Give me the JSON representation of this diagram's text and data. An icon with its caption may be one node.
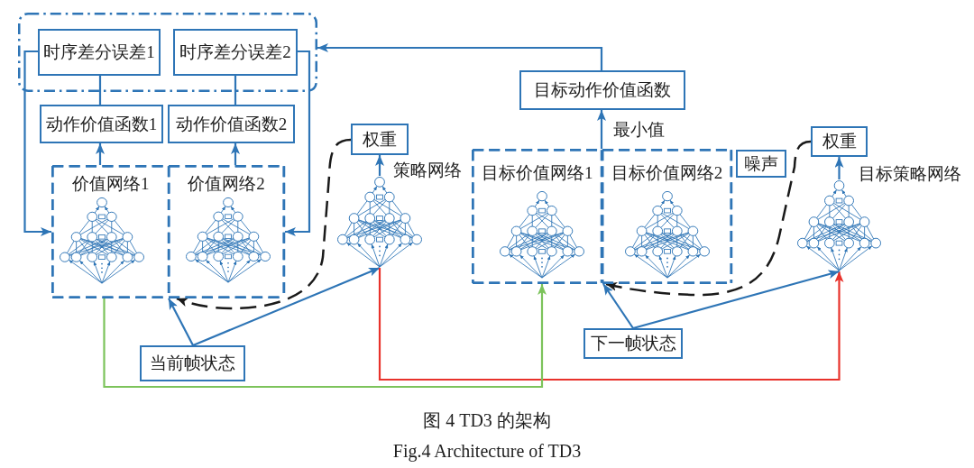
{
  "diagram": {
    "caption": "图 4 TD3 的架构",
    "nodes": [
      {
        "text": [],
        "shape": "box"
      },
      {
        "text": [
          "时序差分误差1"
        ],
        "in": 0
      },
      {
        "text": [
          "时序差分误差2"
        ],
        "in": 0
      },
      {
        "text": [
          "动作价值函数1"
        ]
      },
      {
        "text": [
          "动作价值函数2"
        ]
      },
      {
        "text": [],
        "shape": "box"
      },
      {
        "text": [
          "价值网络1"
        ],
        "in": 5
      },
      {
        "text": [
          "价值网络2"
        ],
        "in": 5
      },
      {
        "text": [
          "权重"
        ]
      },
      {
        "text": [],
        "shape": "picture",
        "beside": [
          "策略网络"
        ]
      },
      {
        "text": [
          "目标动作价值函数"
        ]
      },
      {
        "text": [],
        "shape": "box"
      },
      {
        "text": [
          "目标价值网络1"
        ],
        "in": 11
      },
      {
        "text": [
          "目标价值网络2"
        ],
        "in": 11
      },
      {
        "text": [
          "噪声"
        ]
      },
      {
        "text": [
          "权重"
        ]
      },
      {
        "text": [],
        "shape": "picture",
        "beside": [
          "目标策略网络"
        ]
      },
      {
        "text": [
          "当前帧状态"
        ]
      },
      {
        "text": [
          "下一帧状态"
        ]
      }
    ],
    "edges": [
      {
        "from": 1,
        "to": 3,
        "arrow": "none"
      },
      {
        "from": 2,
        "to": 4,
        "arrow": "none"
      },
      {
        "from": 6,
        "to": 3,
        "arrow": "to"
      },
      {
        "from": 7,
        "to": 4,
        "arrow": "to"
      },
      {
        "from": 1,
        "to": 6,
        "arrow": "to"
      },
      {
        "from": 2,
        "to": 7,
        "arrow": "to"
      },
      {
        "from": 9,
        "to": 8,
        "arrow": "to"
      },
      {
        "from": 8,
        "to": 5,
        "arrow": "to",
        "style": "dashed",
        "color": "#1a1a1a"
      },
      {
        "from": 17,
        "to": 5,
        "arrow": "to"
      },
      {
        "from": 17,
        "to": 9,
        "arrow": "to"
      },
      {
        "from": 9,
        "to": 16,
        "arrow": "to",
        "color": "#e8322b"
      },
      {
        "from": 6,
        "to": 12,
        "arrow": "to",
        "color": "#7cc35b"
      },
      {
        "from": 11,
        "to": 10,
        "arrow": "to",
        "label": "最小值"
      },
      {
        "from": 10,
        "to": 0,
        "arrow": "to"
      },
      {
        "from": 16,
        "to": 15,
        "arrow": "to"
      },
      {
        "from": 15,
        "to": 11,
        "arrow": "to",
        "style": "dashed",
        "color": "#1a1a1a"
      },
      {
        "from": 18,
        "to": 11,
        "arrow": "to"
      },
      {
        "from": 18,
        "to": 16,
        "arrow": "to"
      }
    ],
    "labels": [
      "Fig.4 Architecture of TD3"
    ]
  }
}
